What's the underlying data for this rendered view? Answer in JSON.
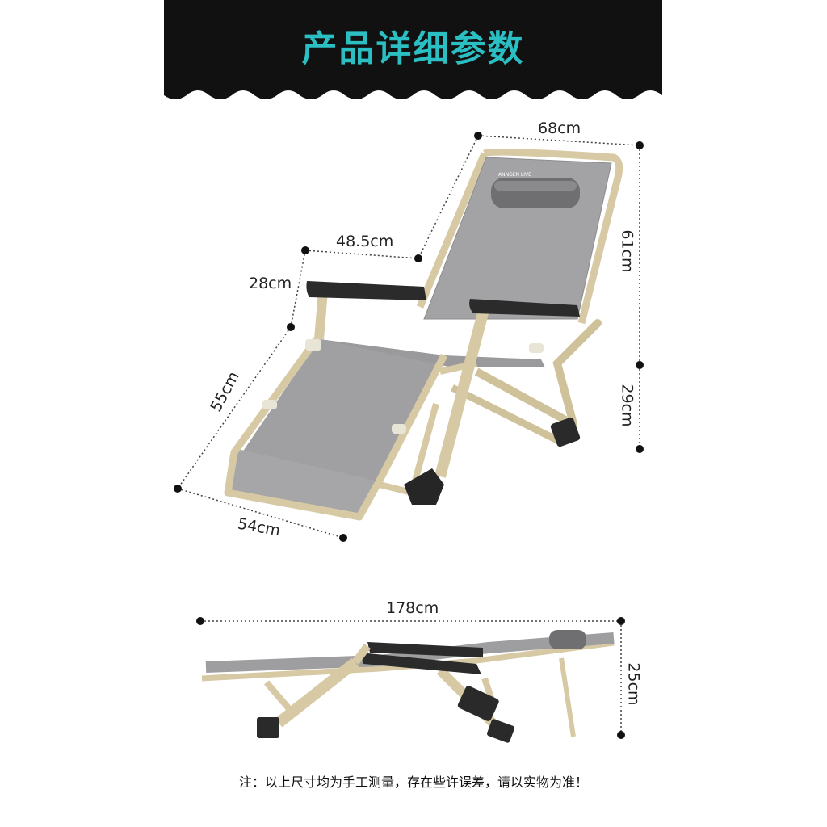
{
  "header": {
    "title": "产品详细参数",
    "title_color": "#2bbfc4",
    "band_color": "#111111"
  },
  "dimensions": {
    "width_top": "68cm",
    "armrest_span": "48.5cm",
    "armrest_height": "28cm",
    "back_height": "61cm",
    "leg_length": "55cm",
    "seat_height": "29cm",
    "front_width": "54cm",
    "total_length": "178cm",
    "lying_height": "25cm"
  },
  "logo_text": "ANNGEN LIVE",
  "note": "注：以上尺寸均为手工测量，存在些许误差，请以实物为准！",
  "colors": {
    "frame": "#d6c9a4",
    "fabric": "#9a9a9c",
    "armrest": "#2b2b2b"
  }
}
